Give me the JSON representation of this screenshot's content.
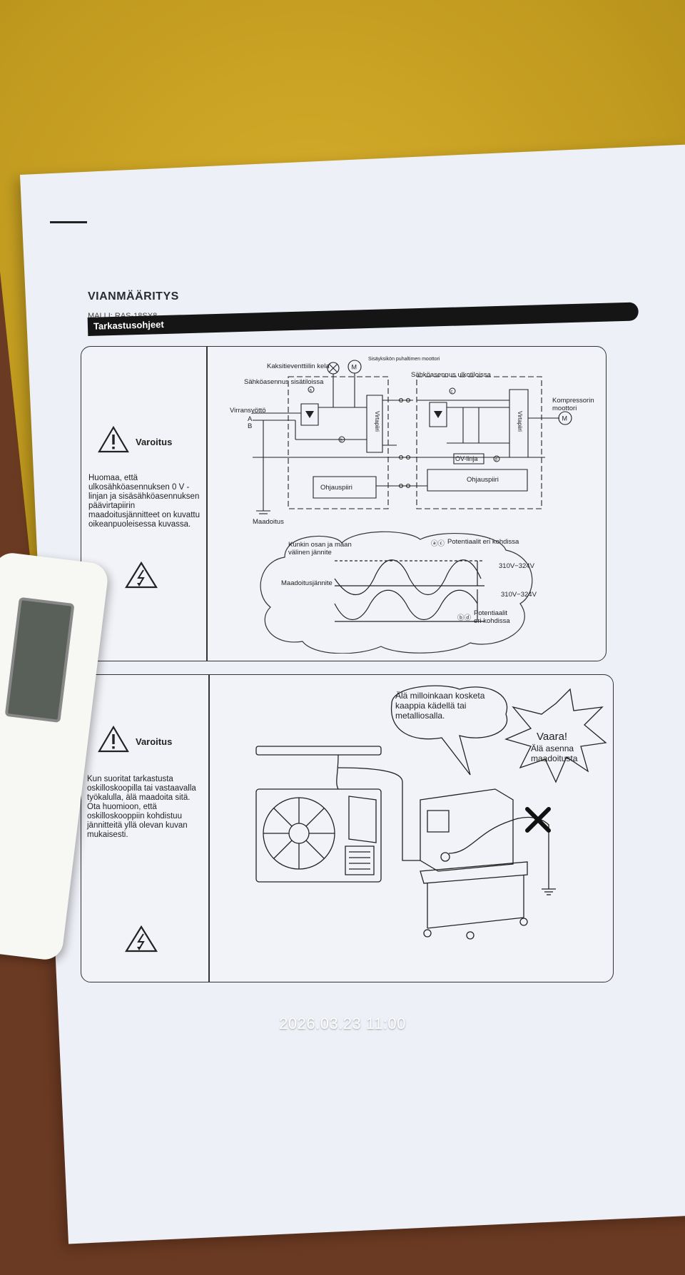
{
  "document": {
    "title": "VIANMÄÄRITYS",
    "model": "MALLI: RAS-18SX8",
    "section": "Tarkastusohjeet"
  },
  "panel1": {
    "warning_label": "Varoitus",
    "warning_text": "Huomaa, että ulkosähköasennuksen 0 V -linjan ja sisäsähköasennuksen päävirtapiirin maadoitusjännitteet on kuvattu oikeanpuoleisessa kuvassa.",
    "diagram": {
      "valve_coil": "Kaksitieventtiilin kela",
      "fan_motor": "Sisäyksikön puhaltimen moottori",
      "indoor_wiring": "Sähköasennus sisätiloissa",
      "outdoor_wiring": "Sähköasennus ulkotiloissa",
      "power_supply": "Virransyöttö",
      "terminal_a": "A",
      "terminal_b": "B",
      "main_circuit": "Virtapiiri",
      "ov_line": "OV-linja",
      "control_circuit": "Ohjauspiiri",
      "compressor": "Kompressorin moottori",
      "ground": "Maadoitus",
      "motor_symbol": "M",
      "mark_a": "a",
      "mark_b": "b",
      "mark_c": "c",
      "mark_d": "d"
    },
    "cloud": {
      "voltage_to_ground": "Kunkin osan ja maan välinen jännite",
      "ground_voltage": "Maadoitusjännite",
      "potentials_ac": "Potentiaalit eri kohdissa",
      "potentials_bd": "Potentiaalit eri kohdissa",
      "mark_ac": "ⓐⓒ",
      "mark_bd": "ⓑⓓ",
      "range1": "310V−324V",
      "range2": "310V−324V"
    }
  },
  "panel2": {
    "warning_label": "Varoitus",
    "warning_text": "Kun suoritat tarkastusta oskilloskoopilla tai vastaavalla työkalulla, älä maadoita sitä. Ota huomioon, että oskilloskooppiin kohdistuu jännitteitä yllä olevan kuvan mukaisesti.",
    "speech": "Älä milloinkaan kosketa kaappia kädellä tai metalliosalla.",
    "danger_title": "Vaara!",
    "danger_text": "Älä asenna maadoitusta"
  },
  "timestamp": "2026.03.23 11:00"
}
